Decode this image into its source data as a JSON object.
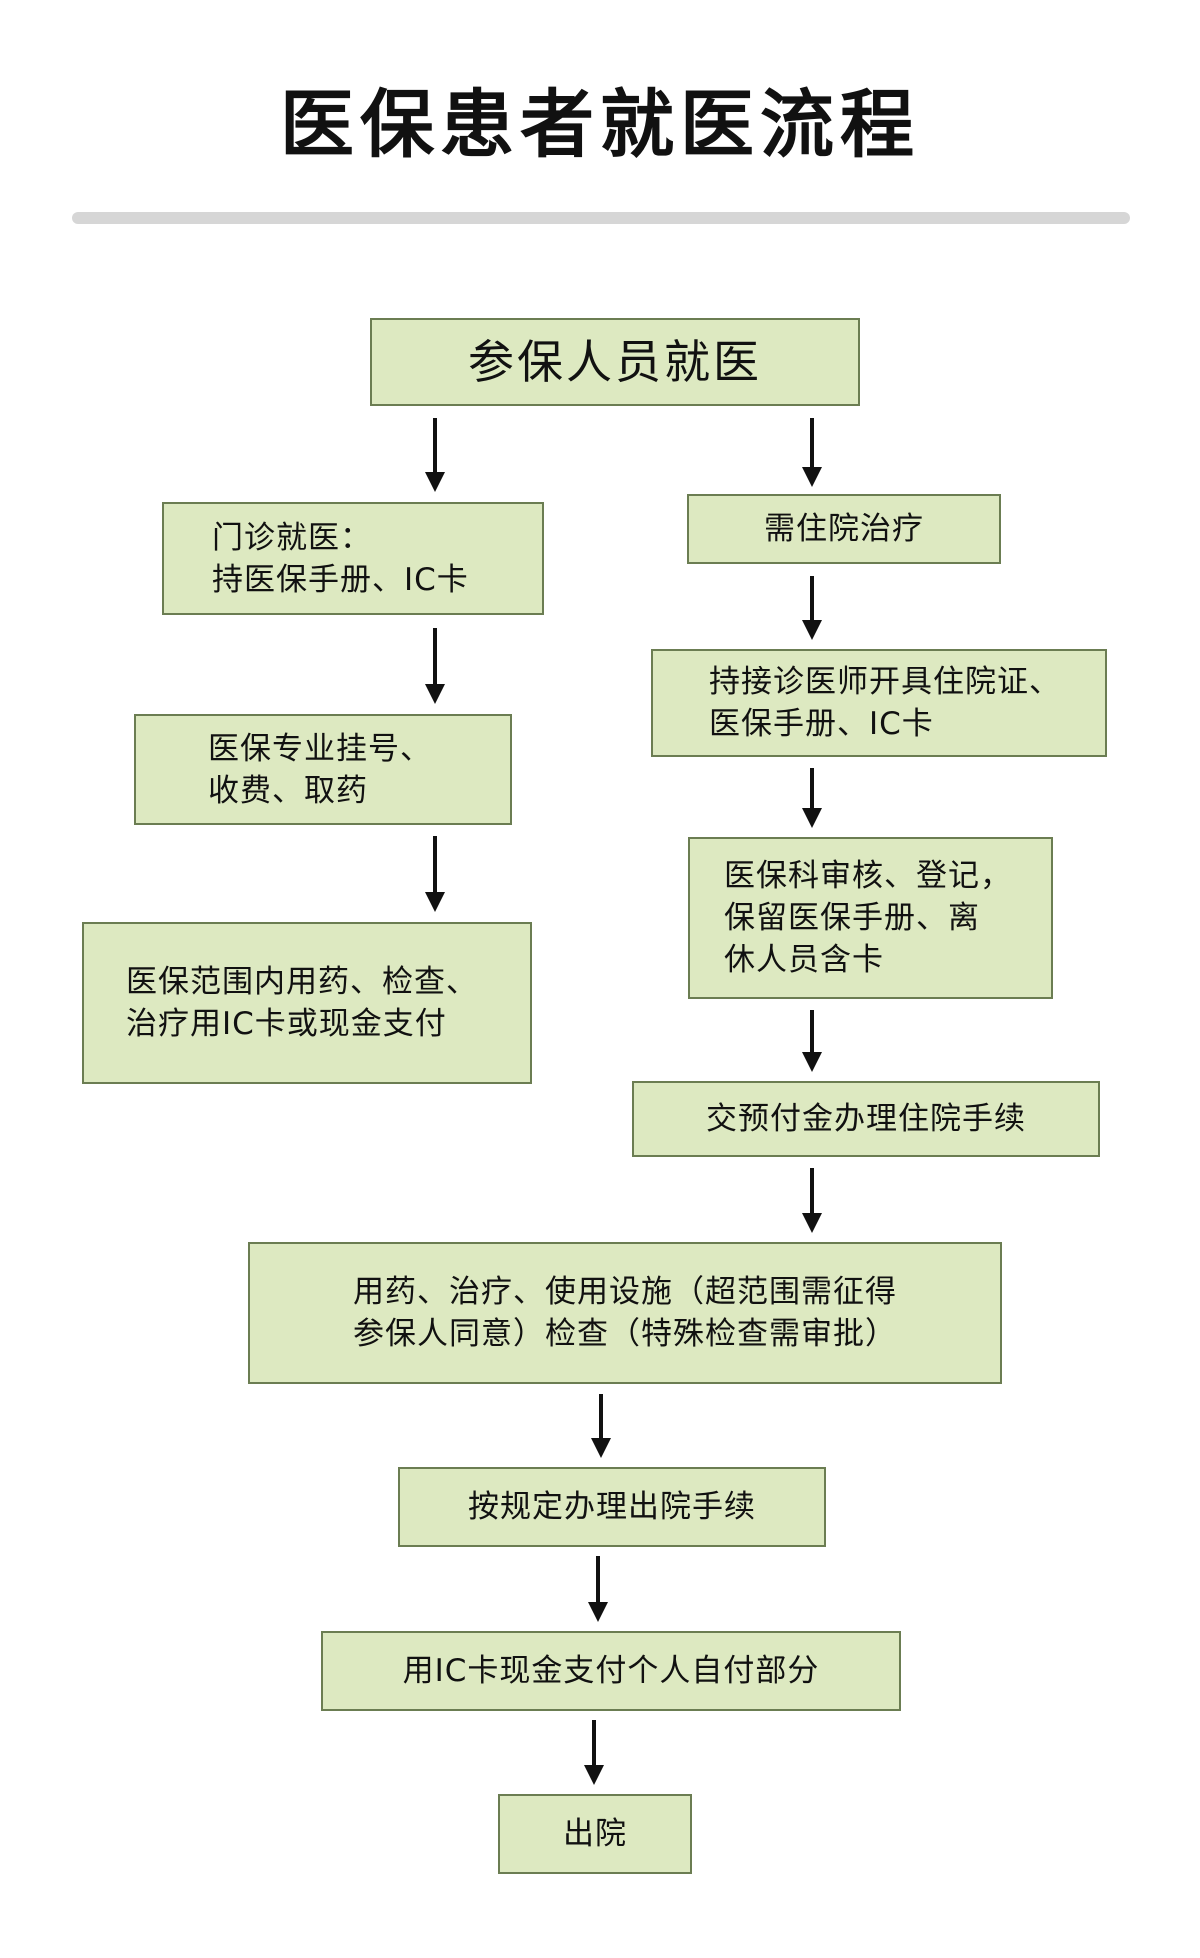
{
  "title": "医保患者就医流程",
  "nodes": {
    "start": "参保人员就医",
    "outpatient_visit": "门诊就医：\n持医保手册、IC卡",
    "outpatient_register": "医保专业挂号、\n收费、取药",
    "outpatient_pay": "医保范围内用药、检查、\n治疗用IC卡或现金支付",
    "need_hospitalization": "需住院治疗",
    "bring_documents": "持接诊医师开具住院证、\n医保手册、IC卡",
    "insurance_review": "医保科审核、登记，\n保留医保手册、离\n休人员含卡",
    "deposit": "交预付金办理住院手续",
    "treatment": "用药、治疗、使用设施（超范围需征得\n参保人同意）检查（特殊检查需审批）",
    "discharge_procedure": "按规定办理出院手续",
    "self_pay": "用IC卡现金支付个人自付部分",
    "discharge": "出院"
  },
  "colors": {
    "box_fill": "#dde9c1",
    "box_border": "#6b7d52",
    "arrow": "#111111",
    "divider": "#d6d6d6"
  }
}
